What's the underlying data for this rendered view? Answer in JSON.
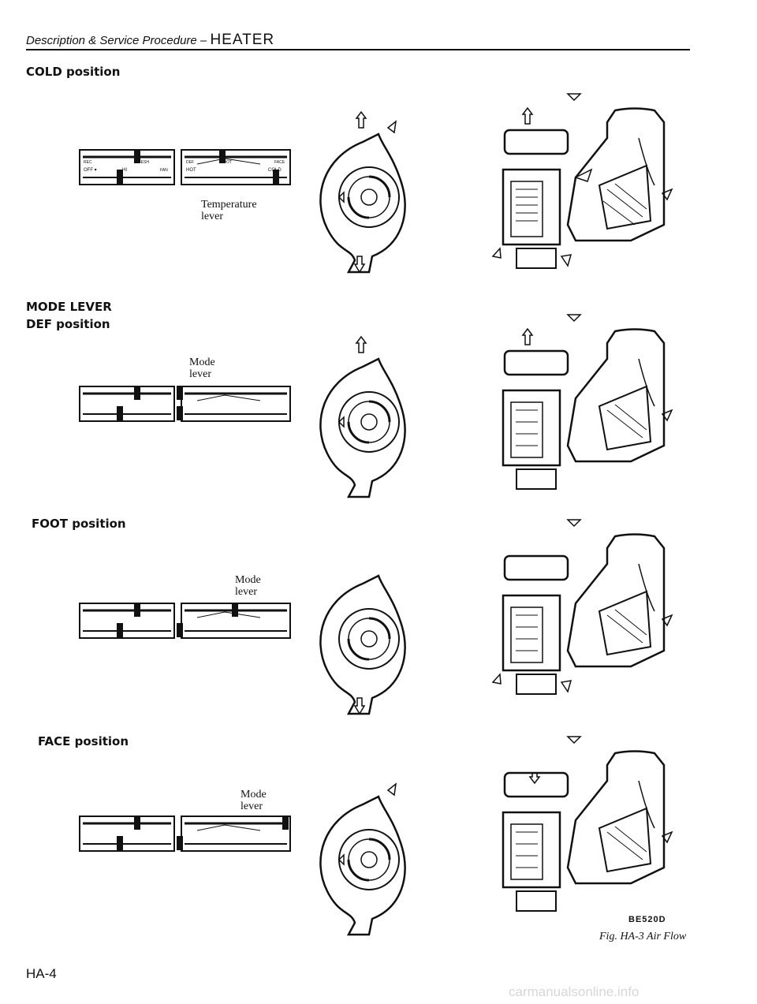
{
  "header": {
    "prefix": "Description & Service Procedure – ",
    "title": "HEATER"
  },
  "sections": [
    {
      "title": "COLD position",
      "sub": "",
      "label": "Temperature lever"
    },
    {
      "title": "MODE LEVER",
      "sub": "DEF position",
      "label": "Mode lever"
    },
    {
      "title": "FOOT position",
      "sub": "",
      "label": "Mode lever"
    },
    {
      "title": "FACE position",
      "sub": "",
      "label": "Mode lever"
    }
  ],
  "panel_labels": {
    "rec": "REC",
    "fresh": "FRESH",
    "off": "OFF",
    "hi": "HI",
    "fan": "FAN",
    "def": "DEF",
    "foot": "FOOT",
    "face": "FACE",
    "hot": "HOT",
    "cold": "COLD"
  },
  "figure": {
    "code": "BE520D",
    "caption": "Fig. HA-3 Air Flow"
  },
  "page_number": "HA-4",
  "footer": "carmanualsonline.info"
}
